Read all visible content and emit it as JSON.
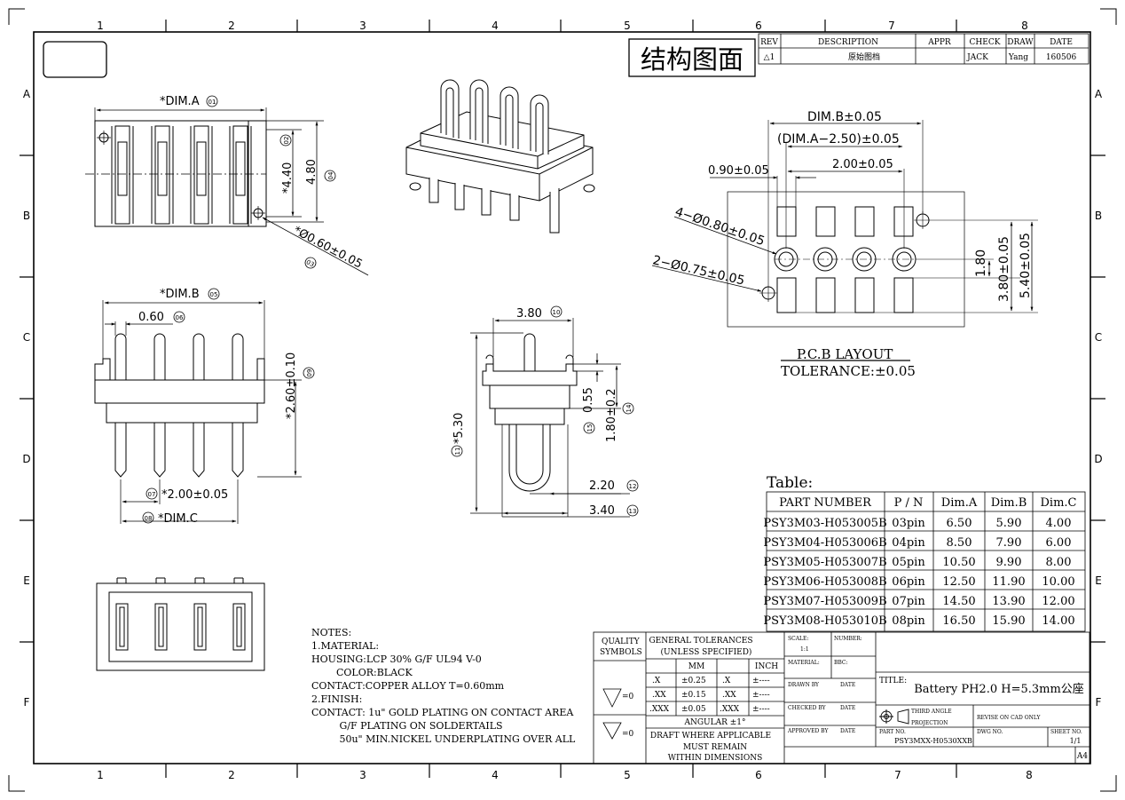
{
  "frame": {
    "top_cols": [
      "1",
      "2",
      "3",
      "4",
      "5",
      "6",
      "7",
      "8"
    ],
    "bottom_cols": [
      "1",
      "2",
      "3",
      "4",
      "5",
      "6",
      "7",
      "8"
    ],
    "rows": [
      "A",
      "B",
      "C",
      "D",
      "E",
      "F"
    ]
  },
  "header": {
    "title_cn": "结构图面",
    "rev_cols": {
      "rev": "REV",
      "desc": "DESCRIPTION",
      "appr": "APPR",
      "check": "CHECK",
      "draw": "DRAW",
      "date": "DATE"
    },
    "rev_row": {
      "rev": "△1",
      "desc": "原始图档",
      "appr": "",
      "check": "JACK",
      "draw": "Yang",
      "date": "160506"
    }
  },
  "top_view": {
    "dim_a": "*DIM.A",
    "dim_a_no": "01",
    "dim_440": "*4.40",
    "dim_440_no": "02",
    "dim_480": "4.80",
    "dim_480_no": "04",
    "hole": "*Ø0.60±0.05",
    "hole_no": "03"
  },
  "front_view": {
    "dim_b": "*DIM.B",
    "dim_b_no": "05",
    "pin_w": "0.60",
    "pin_w_no": "06",
    "h260": "*2.60±0.10",
    "h260_no": "09",
    "pitch": "*2.00±0.05",
    "pitch_no": "07",
    "dim_c": "*DIM.C",
    "dim_c_no": "08"
  },
  "side_view": {
    "w380": "3.80",
    "w380_no": "10",
    "h530": "*5.30",
    "h530_no": "11",
    "d055": "0.55",
    "d055_no": "15",
    "d180": "1.80±0.2",
    "d180_no": "14",
    "d220": "2.20",
    "d220_no": "12",
    "d340": "3.40",
    "d340_no": "13"
  },
  "pcb_layout": {
    "dim_b": "DIM.B±0.05",
    "dim_a_minus": "(DIM.A−2.50)±0.05",
    "pitch": "2.00±0.05",
    "edge": "0.90±0.05",
    "holes_4": "4−Ø0.80±0.05",
    "holes_2": "2−Ø0.75±0.05",
    "v180": "1.80",
    "v380": "3.80±0.05",
    "v540": "5.40±0.05",
    "title": "P.C.B LAYOUT",
    "tolerance": "TOLERANCE:±0.05"
  },
  "table": {
    "caption": "Table:",
    "headers": [
      "PART NUMBER",
      "P / N",
      "Dim.A",
      "Dim.B",
      "Dim.C"
    ],
    "rows": [
      [
        "PSY3M03-H053005B",
        "03pin",
        "6.50",
        "5.90",
        "4.00"
      ],
      [
        "PSY3M04-H053006B",
        "04pin",
        "8.50",
        "7.90",
        "6.00"
      ],
      [
        "PSY3M05-H053007B",
        "05pin",
        "10.50",
        "9.90",
        "8.00"
      ],
      [
        "PSY3M06-H053008B",
        "06pin",
        "12.50",
        "11.90",
        "10.00"
      ],
      [
        "PSY3M07-H053009B",
        "07pin",
        "14.50",
        "13.90",
        "12.00"
      ],
      [
        "PSY3M08-H053010B",
        "08pin",
        "16.50",
        "15.90",
        "14.00"
      ]
    ]
  },
  "notes": [
    "NOTES:",
    "1.MATERIAL:",
    "HOUSING:LCP 30% G/F UL94 V-0",
    "        COLOR:BLACK",
    "CONTACT:COPPER ALLOY T=0.60mm",
    "2.FINISH:",
    "CONTACT: 1u\" GOLD PLATING ON CONTACT AREA",
    "         G/F PLATING ON SOLDERTAILS",
    "         50u\" MIN.NICKEL UNDERPLATING OVER ALL"
  ],
  "title_block": {
    "quality": "QUALITY",
    "symbols": "SYMBOLS",
    "sym1": "=0",
    "sym2": "=0",
    "gen_tol": "GENERAL TOLERANCES",
    "unless": "(UNLESS SPECIFIED)",
    "mm": "MM",
    "inch": "INCH",
    "tol_rows": [
      [
        ".X",
        "±0.25",
        ".X",
        "±----"
      ],
      [
        ".XX",
        "±0.15",
        ".XX",
        "±----"
      ],
      [
        ".XXX",
        "±0.05",
        ".XXX",
        "±----"
      ]
    ],
    "angular": "ANGULAR ±1°",
    "draft1": "DRAFT WHERE APPLICABLE",
    "draft2": "MUST REMAIN",
    "draft3": "WITHIN DIMENSIONS",
    "scale_lbl": "SCALE:",
    "scale_val": "1:1",
    "number_lbl": "NUMBER:",
    "material_lbl": "MATERIAL:",
    "bbc_lbl": "BBC:",
    "drawn_lbl": "DRAWN BY",
    "checked_lbl": "CHECKED BY",
    "approved_lbl": "APPROVED BY",
    "date_lbl": "DATE",
    "title_lbl": "TITLE:",
    "title_val": "Battery PH2.0 H=5.3mm公座",
    "third_angle": "THIRD ANGLE",
    "projection": "PROJECTION",
    "revise": "REVISE ON CAD ONLY",
    "part_lbl": "PART NO.",
    "part_val": "PSY3MXX-H0530XXB",
    "dwg_lbl": "DWG NO.",
    "sheet_lbl": "SHEET NO.",
    "sheet_val": "1/1",
    "size": "A4"
  }
}
